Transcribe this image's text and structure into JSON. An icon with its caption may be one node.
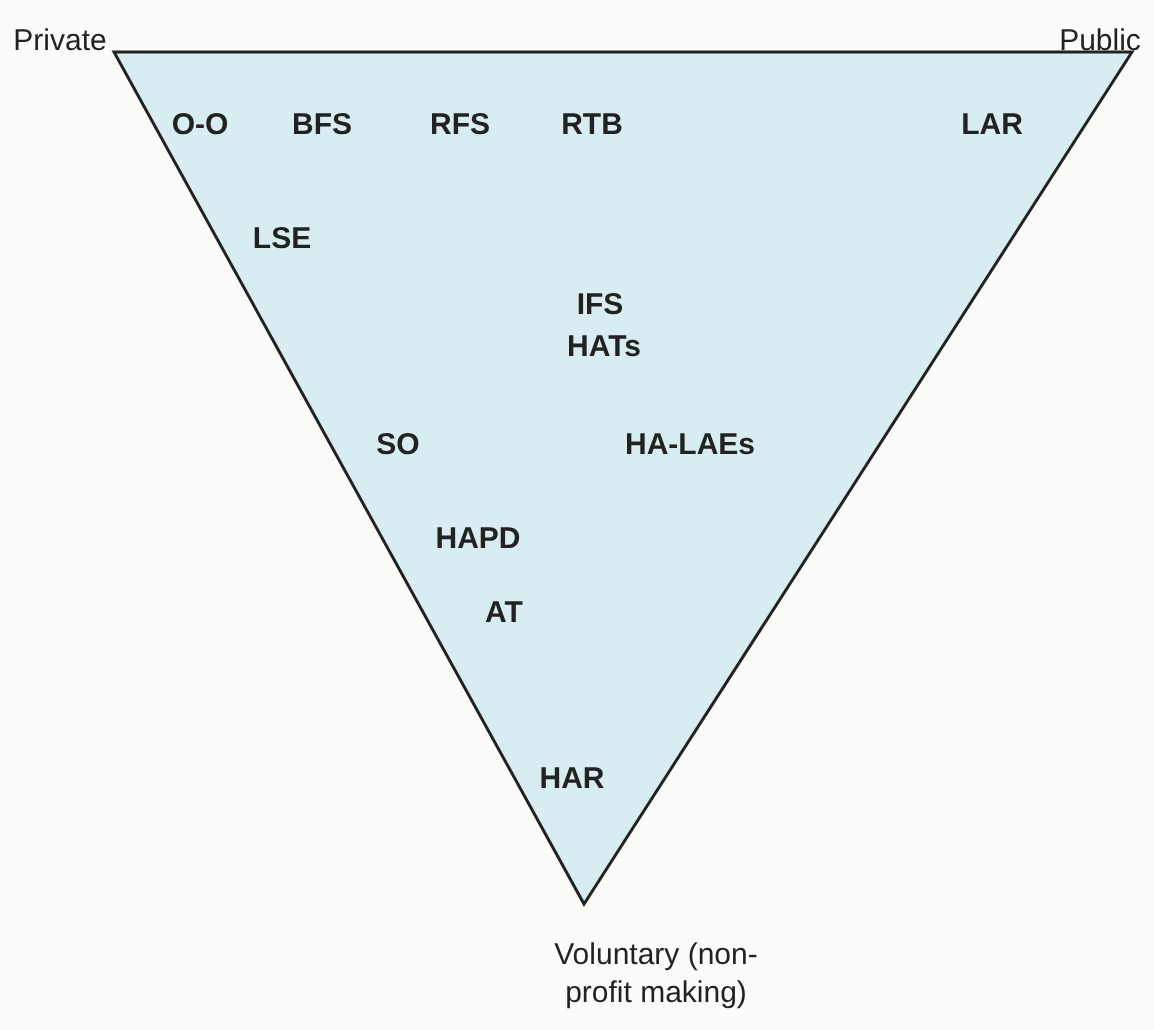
{
  "diagram": {
    "labels": [
      "Private",
      "Public",
      "O-O",
      "BFS",
      "RFS",
      "RTB",
      "LAR",
      "LSE",
      "IFS",
      "HATs",
      "SO",
      "HA-LAEs",
      "HAPD",
      "AT",
      "HAR",
      "Voluntary (non-profit making)"
    ]
  }
}
